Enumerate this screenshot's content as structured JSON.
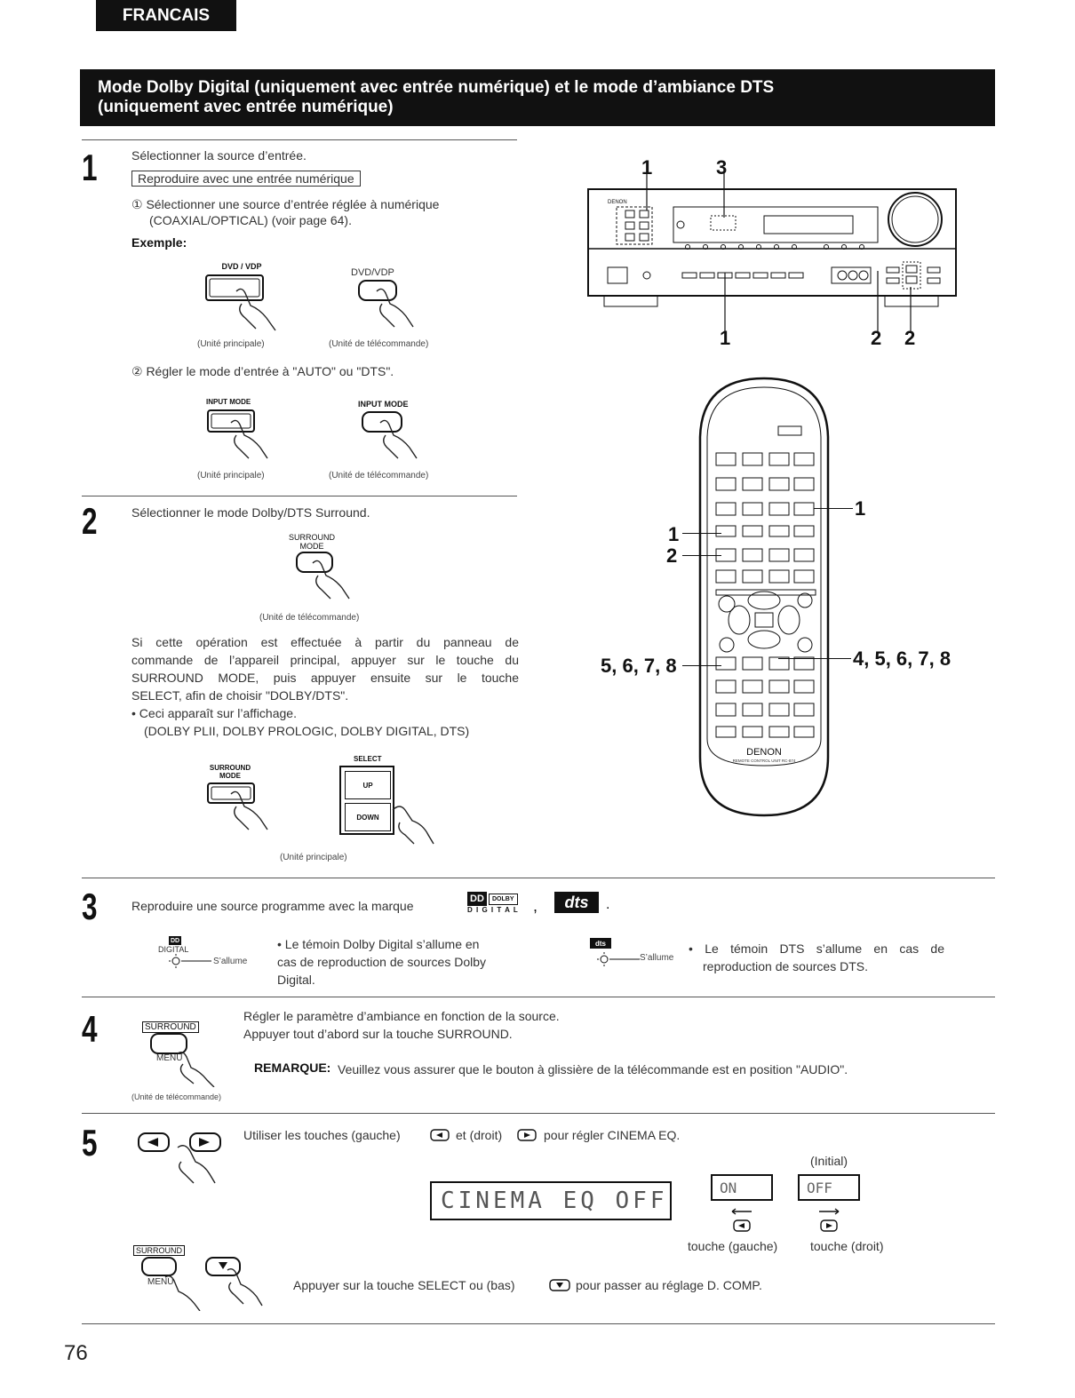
{
  "header": {
    "language_tab": "FRANCAIS",
    "title_line1": "Mode Dolby Digital (uniquement avec entrée numérique) et le mode d’ambiance DTS",
    "title_line2": "(uniquement avec entrée numérique)"
  },
  "step1": {
    "number": "1",
    "instruction": "Sélectionner la source d’entrée.",
    "boxed_label": "Reproduire avec une entrée numérique",
    "sub1_line1": "① Sélectionner une source d’entrée réglée à numérique",
    "sub1_line2": "(COAXIAL/OPTICAL) (voir page 64).",
    "example_label": "Exemple:",
    "btn_main_label": "DVD / VDP",
    "btn_remote_label": "DVD/VDP",
    "caption_main": "(Unité principale)",
    "caption_remote": "(Unité de télécommande)",
    "sub2": "② Régler le mode d’entrée à \"AUTO\" ou \"DTS\".",
    "btn_input_main": "INPUT MODE",
    "btn_input_remote": "INPUT MODE",
    "caption_main2": "(Unité principale)",
    "caption_remote2": "(Unité de télécommande)"
  },
  "step2": {
    "number": "2",
    "instruction": "Sélectionner le mode Dolby/DTS Surround.",
    "btn_surround_remote_l1": "SURROUND",
    "btn_surround_remote_l2": "MODE",
    "caption_remote": "(Unité de télécommande)",
    "para_l1": "Si cette opération est effectuée à partir du panneau de",
    "para_l2": "commande de l’appareil principal, appuyer sur le touche du",
    "para_l3": "SURROUND MODE, puis appuyer ensuite sur le touche",
    "para_l4": "SELECT, afin de choisir \"DOLBY/DTS\".",
    "bullet_l1": "• Ceci apparaît sur l’affichage.",
    "bullet_l2": "(DOLBY PLII, DOLBY PROLOGIC, DOLBY DIGITAL, DTS)",
    "btn_surround_main_l1": "SURROUND",
    "btn_surround_main_l2": "MODE",
    "select_label": "SELECT",
    "select_up": "UP",
    "select_down": "DOWN",
    "caption_main": "(Unité principale)"
  },
  "step3": {
    "number": "3",
    "instruction": "Reproduire une source programme avec la marque",
    "logo_dolby_text": "DOLBY",
    "logo_digital_text": "D I G I T A L",
    "logo_dts_text": "dts",
    "separator": ",",
    "end_dot": ".",
    "indicator_dolby_label": "DIGITAL",
    "sallume": "S’allume",
    "dolby_l1": "• Le témoin Dolby Digital s’allume en",
    "dolby_l2": "cas de reproduction de sources Dolby",
    "dolby_l3": "Digital.",
    "dts_l1": "• Le témoin DTS s’allume en cas de",
    "dts_l2": "reproduction de sources DTS."
  },
  "step4": {
    "number": "4",
    "btn_label": "SURROUND",
    "menu_label": "MENU",
    "caption": "(Unité de télécommande)",
    "line1": "Régler le paramètre d’ambiance en fonction de la source.",
    "line2": "Appuyer tout d’abord sur la touche SURROUND.",
    "remark_label": "REMARQUE:",
    "remark_text": "Veuillez vous assurer que le bouton à glissière de la télécommande est en position \"AUDIO\"."
  },
  "step5": {
    "number": "5",
    "line1_a": "Utiliser les touches (gauche)",
    "line1_b": "et (droit)",
    "line1_c": "pour régler CINEMA EQ.",
    "initial": "(Initial)",
    "lcd_main": "CINEMA EQ OFF",
    "lcd_on": "ON",
    "lcd_off": "OFF",
    "left_caption": "touche (gauche)",
    "right_caption": "touche (droit)",
    "btn_label": "SURROUND",
    "menu_label": "MENU",
    "line2_a": "Appuyer sur la touche SELECT ou (bas)",
    "line2_b": "pour passer au réglage D. COMP."
  },
  "figure": {
    "callout_top_1": "1",
    "callout_top_3": "3",
    "callout_bottom_1": "1",
    "callout_bottom_2a": "2",
    "callout_bottom_2b": "2",
    "brand_front": "DENON",
    "remote_callout_1_right": "1",
    "remote_callout_1_left": "1",
    "remote_callout_2_left": "2",
    "remote_callout_4578": "4, 5, 6, 7, 8",
    "remote_callout_5678": "5, 6, 7, 8",
    "remote_brand": "DENON",
    "remote_model": "REMOTE CONTROL UNIT RC-874"
  },
  "footer": {
    "page_number": "76"
  }
}
